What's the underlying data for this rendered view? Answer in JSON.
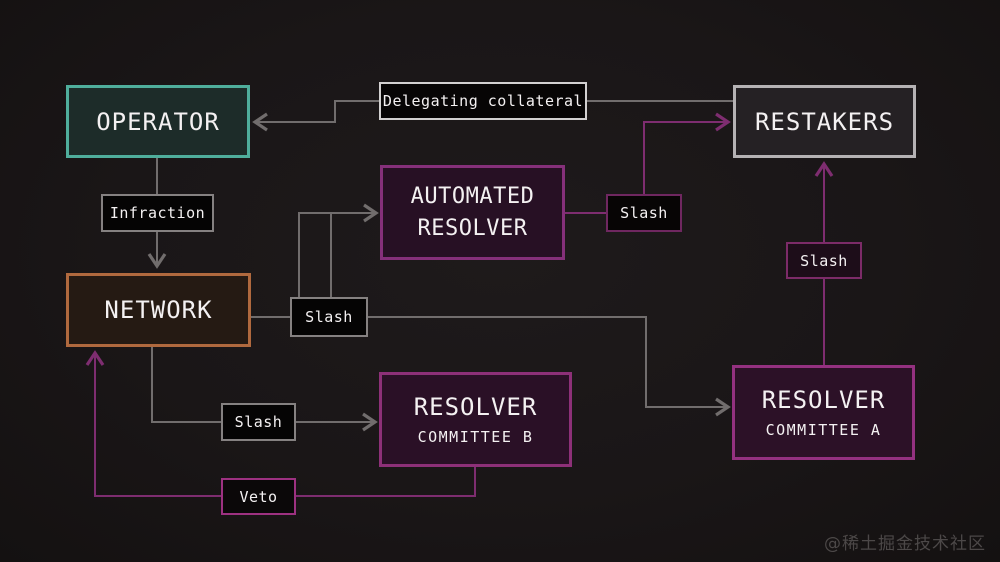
{
  "diagram": {
    "nodes": {
      "operator": {
        "label": "OPERATOR"
      },
      "restakers": {
        "label": "RESTAKERS"
      },
      "automated_resolver": {
        "line1": "AUTOMATED",
        "line2": "RESOLVER"
      },
      "network": {
        "label": "NETWORK"
      },
      "resolver_committee_b": {
        "title": "RESOLVER",
        "subtitle": "COMMITTEE B"
      },
      "resolver_committee_a": {
        "title": "RESOLVER",
        "subtitle": "COMMITTEE A"
      }
    },
    "edge_labels": {
      "delegating_collateral": "Delegating collateral",
      "infraction": "Infraction",
      "slash_auto": "Slash",
      "slash_network": "Slash",
      "slash_committee_b": "Slash",
      "slash_committee_a": "Slash",
      "veto": "Veto"
    }
  },
  "colors": {
    "teal": "#4fae9c",
    "orange": "#b0693e",
    "purple_border": "#85307a",
    "gray_border": "#b5b2b4",
    "line_gray": "#716d6d",
    "line_purple": "#7e2d70"
  },
  "watermark": "@稀土掘金技术社区"
}
